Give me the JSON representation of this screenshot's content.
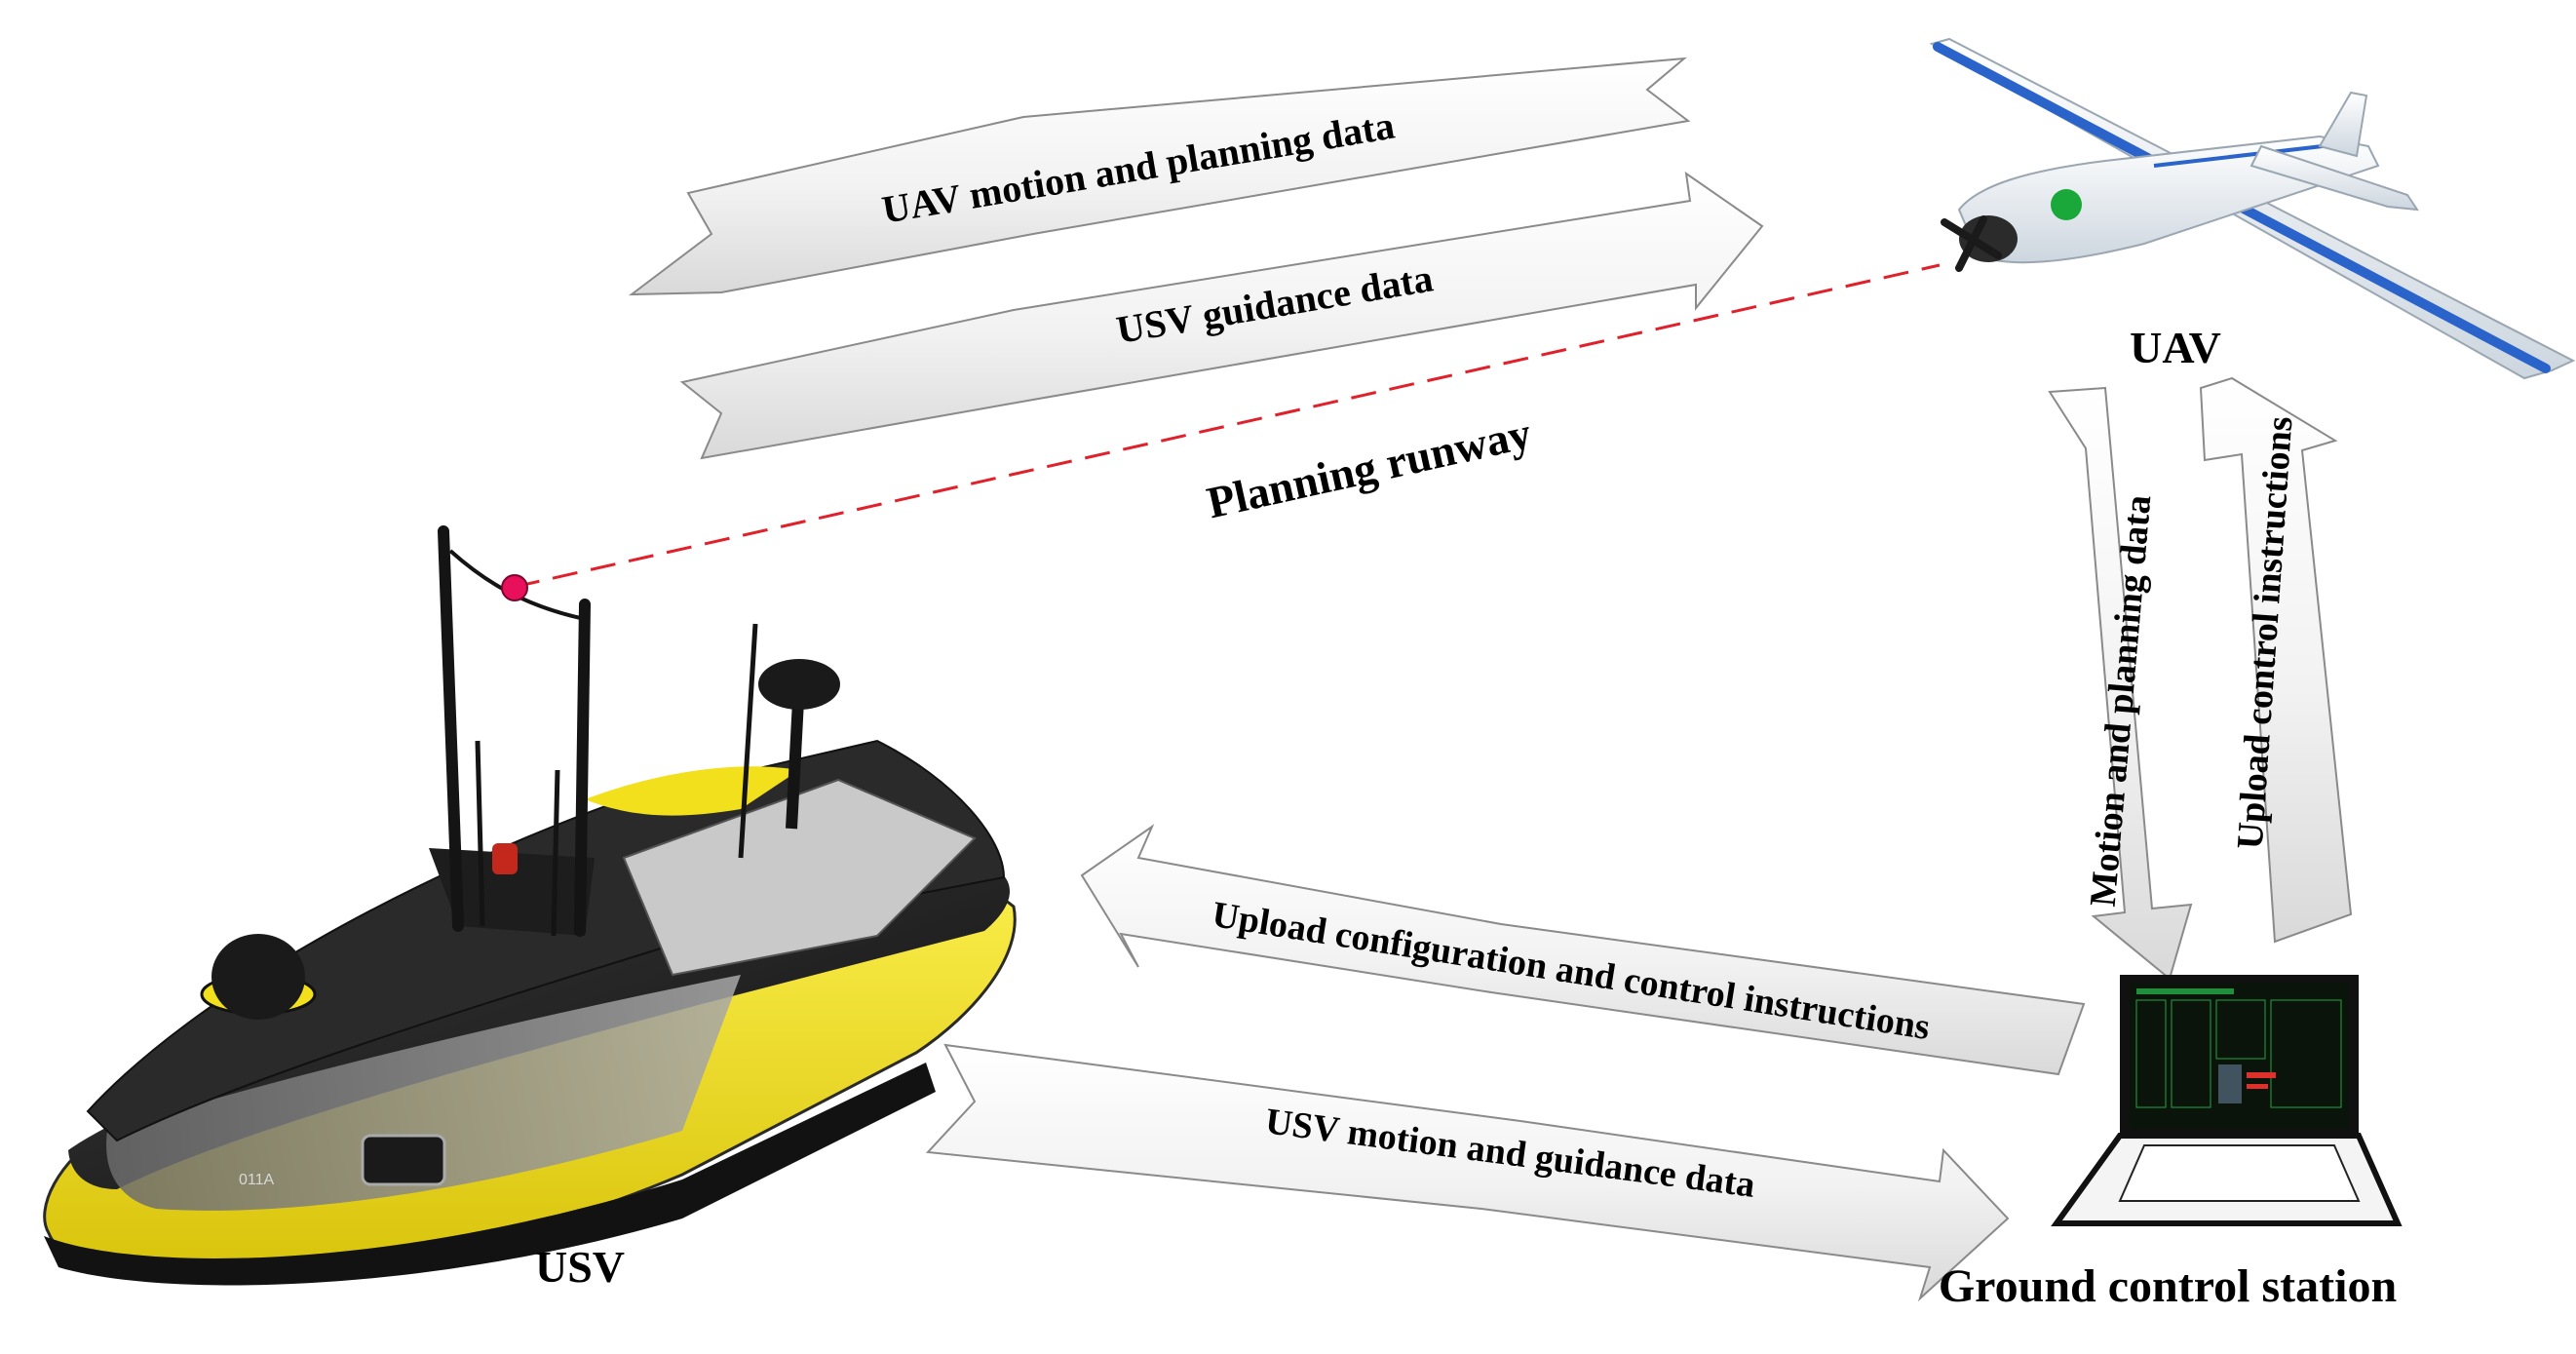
{
  "nodes": {
    "uav": {
      "label": "UAV"
    },
    "usv": {
      "label": "USV",
      "hull_marking": "011A"
    },
    "ground_station": {
      "label": "Ground control station"
    }
  },
  "links": {
    "uav_motion_planning": "UAV motion and planning data",
    "usv_guidance": "USV guidance data",
    "planning_runway": "Planning runway",
    "upload_config": "Upload configuration and control instructions",
    "usv_motion_guidance": "USV motion and guidance data",
    "motion_planning": "Motion and planning data",
    "upload_control": "Upload control instructions"
  },
  "colors": {
    "runway_line": "#e0202a",
    "runway_dot": "#e8105a",
    "uav_marker": "#1aa83a",
    "usv_accent": "#f2e01c",
    "usv_body": "#1c1c1c",
    "uav_stripe": "#2a63c9",
    "screen_text": "#2fe05a"
  }
}
